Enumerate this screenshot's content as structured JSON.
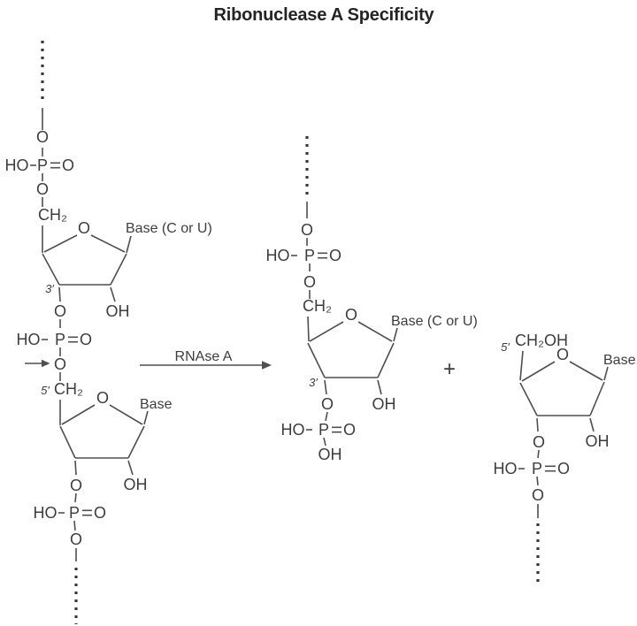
{
  "title": "Ribonuclease A Specificity",
  "reaction": {
    "enzyme": "RNAse A",
    "plus": "+"
  },
  "atoms": {
    "o": "O",
    "p": "P",
    "ho": "HO",
    "oh": "OH",
    "ch2": "CH₂",
    "ch2oh": "CH₂OH"
  },
  "labels": {
    "base_c_or_u": "Base (C or U)",
    "base": "Base",
    "prime3": "3′",
    "prime5": "5′"
  },
  "colors": {
    "background": "#ffffff",
    "structure_line": "#4f4f4f",
    "text": "#3d3d3d",
    "title": "#242424"
  }
}
